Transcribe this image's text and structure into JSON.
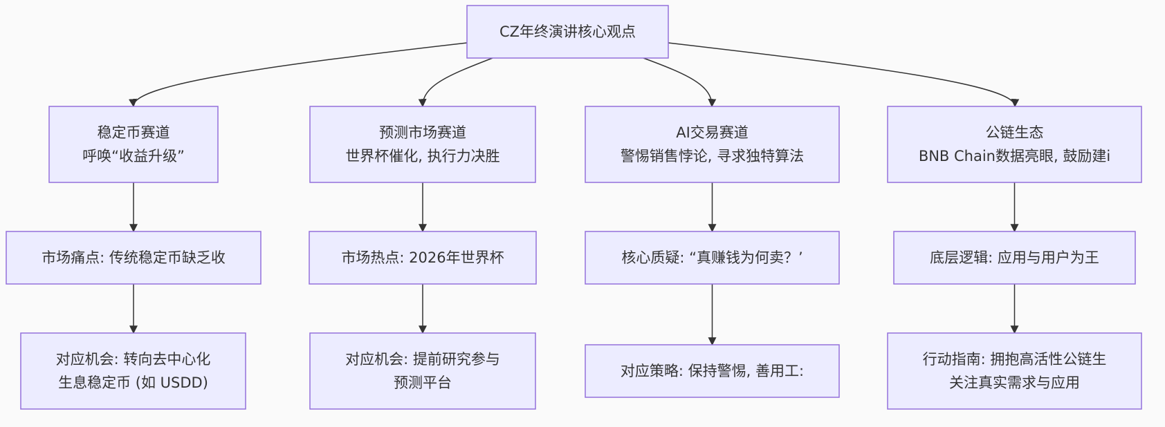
{
  "flowchart": {
    "colors": {
      "node_fill": "#ECECFF",
      "node_border": "#9370DB",
      "edge": "#333333",
      "text": "#333333",
      "background": "#fafafa"
    },
    "nodes": [
      {
        "id": "root",
        "name": "root-node",
        "lines": [
          "CZ年终演讲核心观点"
        ]
      },
      {
        "id": "a1",
        "name": "stablecoin-node",
        "lines": [
          "稳定币赛道",
          "呼唤“收益升级”"
        ]
      },
      {
        "id": "a2",
        "name": "stablecoin-pain-node",
        "lines": [
          "市场痛点: 传统稳定币缺乏收"
        ]
      },
      {
        "id": "a3",
        "name": "stablecoin-opportunity-node",
        "lines": [
          "对应机会: 转向去中心化",
          "生息稳定币 (如 USDD)"
        ]
      },
      {
        "id": "b1",
        "name": "prediction-market-node",
        "lines": [
          "预测市场赛道",
          "世界杯催化, 执行力决胜"
        ]
      },
      {
        "id": "b2",
        "name": "prediction-hotspot-node",
        "lines": [
          "市场热点: 2026年世界杯"
        ]
      },
      {
        "id": "b3",
        "name": "prediction-opportunity-node",
        "lines": [
          "对应机会: 提前研究参与",
          "预测平台"
        ]
      },
      {
        "id": "c1",
        "name": "ai-trading-node",
        "lines": [
          "AI交易赛道",
          "警惕销售悖论, 寻求独特算法"
        ]
      },
      {
        "id": "c2",
        "name": "ai-question-node",
        "lines": [
          "核心质疑: “真赚钱为何卖？’"
        ]
      },
      {
        "id": "c3",
        "name": "ai-strategy-node",
        "lines": [
          "对应策略: 保持警惕, 善用工:"
        ]
      },
      {
        "id": "d1",
        "name": "public-chain-node",
        "lines": [
          "公链生态",
          "BNB Chain数据亮眼, 鼓励建i"
        ]
      },
      {
        "id": "d2",
        "name": "chain-logic-node",
        "lines": [
          "底层逻辑: 应用与用户为王"
        ]
      },
      {
        "id": "d3",
        "name": "chain-guide-node",
        "lines": [
          "行动指南: 拥抱高活性公链生",
          "关注真实需求与应用"
        ]
      }
    ],
    "edges": [
      {
        "from": "root",
        "to": "a1"
      },
      {
        "from": "root",
        "to": "b1"
      },
      {
        "from": "root",
        "to": "c1"
      },
      {
        "from": "root",
        "to": "d1"
      },
      {
        "from": "a1",
        "to": "a2"
      },
      {
        "from": "a2",
        "to": "a3"
      },
      {
        "from": "b1",
        "to": "b2"
      },
      {
        "from": "b2",
        "to": "b3"
      },
      {
        "from": "c1",
        "to": "c2"
      },
      {
        "from": "c2",
        "to": "c3"
      },
      {
        "from": "d1",
        "to": "d2"
      },
      {
        "from": "d2",
        "to": "d3"
      }
    ]
  }
}
